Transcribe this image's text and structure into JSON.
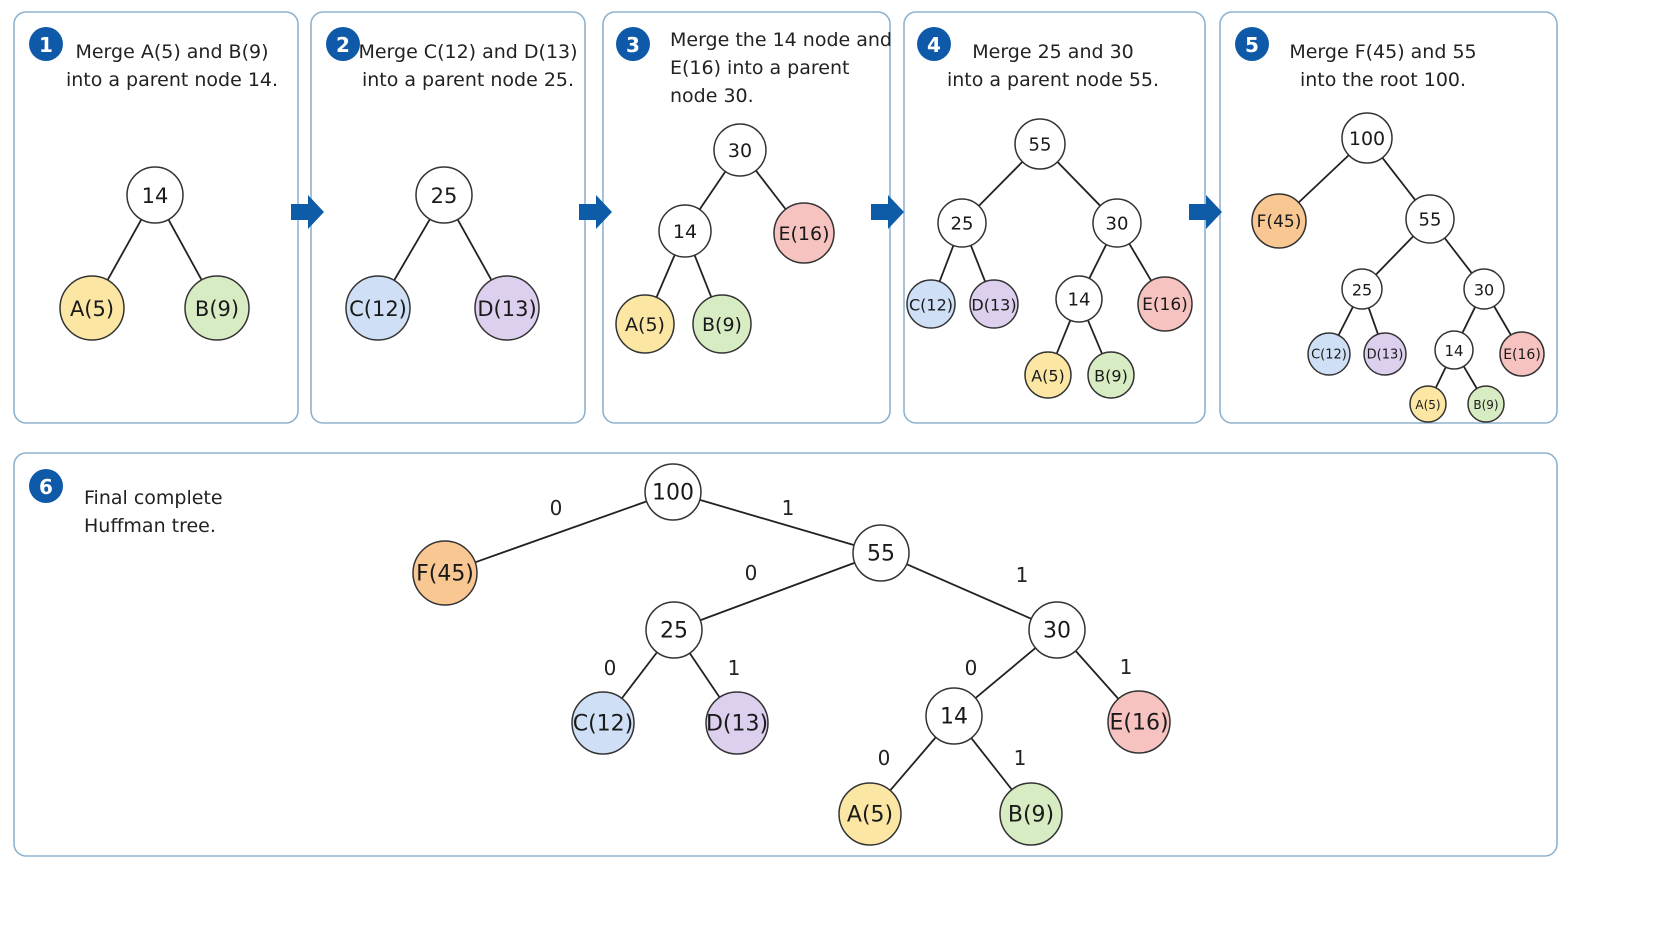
{
  "colors": {
    "internal": "#ffffff",
    "A": "#fbe6a4",
    "B": "#d8ecc4",
    "C": "#cfe0f6",
    "D": "#ddd0ee",
    "E": "#f6c3c0",
    "F": "#f8c792",
    "badge": "#0f5aa8",
    "arrow": "#0e5ba8",
    "border": "#8fb3cf"
  },
  "icons": {
    "step_arrow": "arrow-right-icon"
  },
  "panels": [
    {
      "step": "1",
      "caption": [
        "Merge A(5) and B(9)",
        "into a parent node 14."
      ],
      "nodes": [
        {
          "id": "n14",
          "label": "14",
          "c": "internal"
        },
        {
          "id": "A",
          "label": "A(5)",
          "c": "A"
        },
        {
          "id": "B",
          "label": "B(9)",
          "c": "B"
        }
      ],
      "edges": [
        [
          "n14",
          "A"
        ],
        [
          "n14",
          "B"
        ]
      ]
    },
    {
      "step": "2",
      "caption": [
        "Merge C(12) and D(13)",
        "into a parent node 25."
      ],
      "nodes": [
        {
          "id": "n25",
          "label": "25",
          "c": "internal"
        },
        {
          "id": "C",
          "label": "C(12)",
          "c": "C"
        },
        {
          "id": "D",
          "label": "D(13)",
          "c": "D"
        }
      ],
      "edges": [
        [
          "n25",
          "C"
        ],
        [
          "n25",
          "D"
        ]
      ]
    },
    {
      "step": "3",
      "caption": [
        "Merge the 14 node and",
        "E(16) into a parent",
        "node 30."
      ],
      "nodes": [
        {
          "id": "n30",
          "label": "30",
          "c": "internal"
        },
        {
          "id": "n14",
          "label": "14",
          "c": "internal"
        },
        {
          "id": "E",
          "label": "E(16)",
          "c": "E"
        },
        {
          "id": "A",
          "label": "A(5)",
          "c": "A"
        },
        {
          "id": "B",
          "label": "B(9)",
          "c": "B"
        }
      ],
      "edges": [
        [
          "n30",
          "n14"
        ],
        [
          "n30",
          "E"
        ],
        [
          "n14",
          "A"
        ],
        [
          "n14",
          "B"
        ]
      ]
    },
    {
      "step": "4",
      "caption": [
        "Merge 25 and 30",
        "into a parent node 55."
      ],
      "nodes": [
        {
          "id": "n55",
          "label": "55",
          "c": "internal"
        },
        {
          "id": "n25",
          "label": "25",
          "c": "internal"
        },
        {
          "id": "n30",
          "label": "30",
          "c": "internal"
        },
        {
          "id": "C",
          "label": "C(12)",
          "c": "C"
        },
        {
          "id": "D",
          "label": "D(13)",
          "c": "D"
        },
        {
          "id": "n14",
          "label": "14",
          "c": "internal"
        },
        {
          "id": "E",
          "label": "E(16)",
          "c": "E"
        },
        {
          "id": "A",
          "label": "A(5)",
          "c": "A"
        },
        {
          "id": "B",
          "label": "B(9)",
          "c": "B"
        }
      ],
      "edges": [
        [
          "n55",
          "n25"
        ],
        [
          "n55",
          "n30"
        ],
        [
          "n25",
          "C"
        ],
        [
          "n25",
          "D"
        ],
        [
          "n30",
          "n14"
        ],
        [
          "n30",
          "E"
        ],
        [
          "n14",
          "A"
        ],
        [
          "n14",
          "B"
        ]
      ]
    },
    {
      "step": "5",
      "caption": [
        "Merge F(45) and 55",
        "into the root 100."
      ],
      "nodes": [
        {
          "id": "n100",
          "label": "100",
          "c": "internal"
        },
        {
          "id": "F",
          "label": "F(45)",
          "c": "F"
        },
        {
          "id": "n55",
          "label": "55",
          "c": "internal"
        },
        {
          "id": "n25",
          "label": "25",
          "c": "internal"
        },
        {
          "id": "n30",
          "label": "30",
          "c": "internal"
        },
        {
          "id": "C",
          "label": "C(12)",
          "c": "C"
        },
        {
          "id": "D",
          "label": "D(13)",
          "c": "D"
        },
        {
          "id": "n14",
          "label": "14",
          "c": "internal"
        },
        {
          "id": "E",
          "label": "E(16)",
          "c": "E"
        },
        {
          "id": "A",
          "label": "A(5)",
          "c": "A"
        },
        {
          "id": "B",
          "label": "B(9)",
          "c": "B"
        }
      ],
      "edges": [
        [
          "n100",
          "F"
        ],
        [
          "n100",
          "n55"
        ],
        [
          "n55",
          "n25"
        ],
        [
          "n55",
          "n30"
        ],
        [
          "n25",
          "C"
        ],
        [
          "n25",
          "D"
        ],
        [
          "n30",
          "n14"
        ],
        [
          "n30",
          "E"
        ],
        [
          "n14",
          "A"
        ],
        [
          "n14",
          "B"
        ]
      ]
    },
    {
      "step": "6",
      "caption": [
        "Final complete",
        "Huffman tree."
      ],
      "nodes": [
        {
          "id": "n100",
          "label": "100",
          "c": "internal"
        },
        {
          "id": "F",
          "label": "F(45)",
          "c": "F"
        },
        {
          "id": "n55",
          "label": "55",
          "c": "internal"
        },
        {
          "id": "n25",
          "label": "25",
          "c": "internal"
        },
        {
          "id": "n30",
          "label": "30",
          "c": "internal"
        },
        {
          "id": "C",
          "label": "C(12)",
          "c": "C"
        },
        {
          "id": "D",
          "label": "D(13)",
          "c": "D"
        },
        {
          "id": "n14",
          "label": "14",
          "c": "internal"
        },
        {
          "id": "E",
          "label": "E(16)",
          "c": "E"
        },
        {
          "id": "A",
          "label": "A(5)",
          "c": "A"
        },
        {
          "id": "B",
          "label": "B(9)",
          "c": "B"
        }
      ],
      "edges": [
        [
          "n100",
          "F",
          "0"
        ],
        [
          "n100",
          "n55",
          "1"
        ],
        [
          "n55",
          "n25",
          "0"
        ],
        [
          "n55",
          "n30",
          "1"
        ],
        [
          "n25",
          "C",
          "0"
        ],
        [
          "n25",
          "D",
          "1"
        ],
        [
          "n30",
          "n14",
          "0"
        ],
        [
          "n30",
          "E",
          "1"
        ],
        [
          "n14",
          "A",
          "0"
        ],
        [
          "n14",
          "B",
          "1"
        ]
      ]
    }
  ]
}
